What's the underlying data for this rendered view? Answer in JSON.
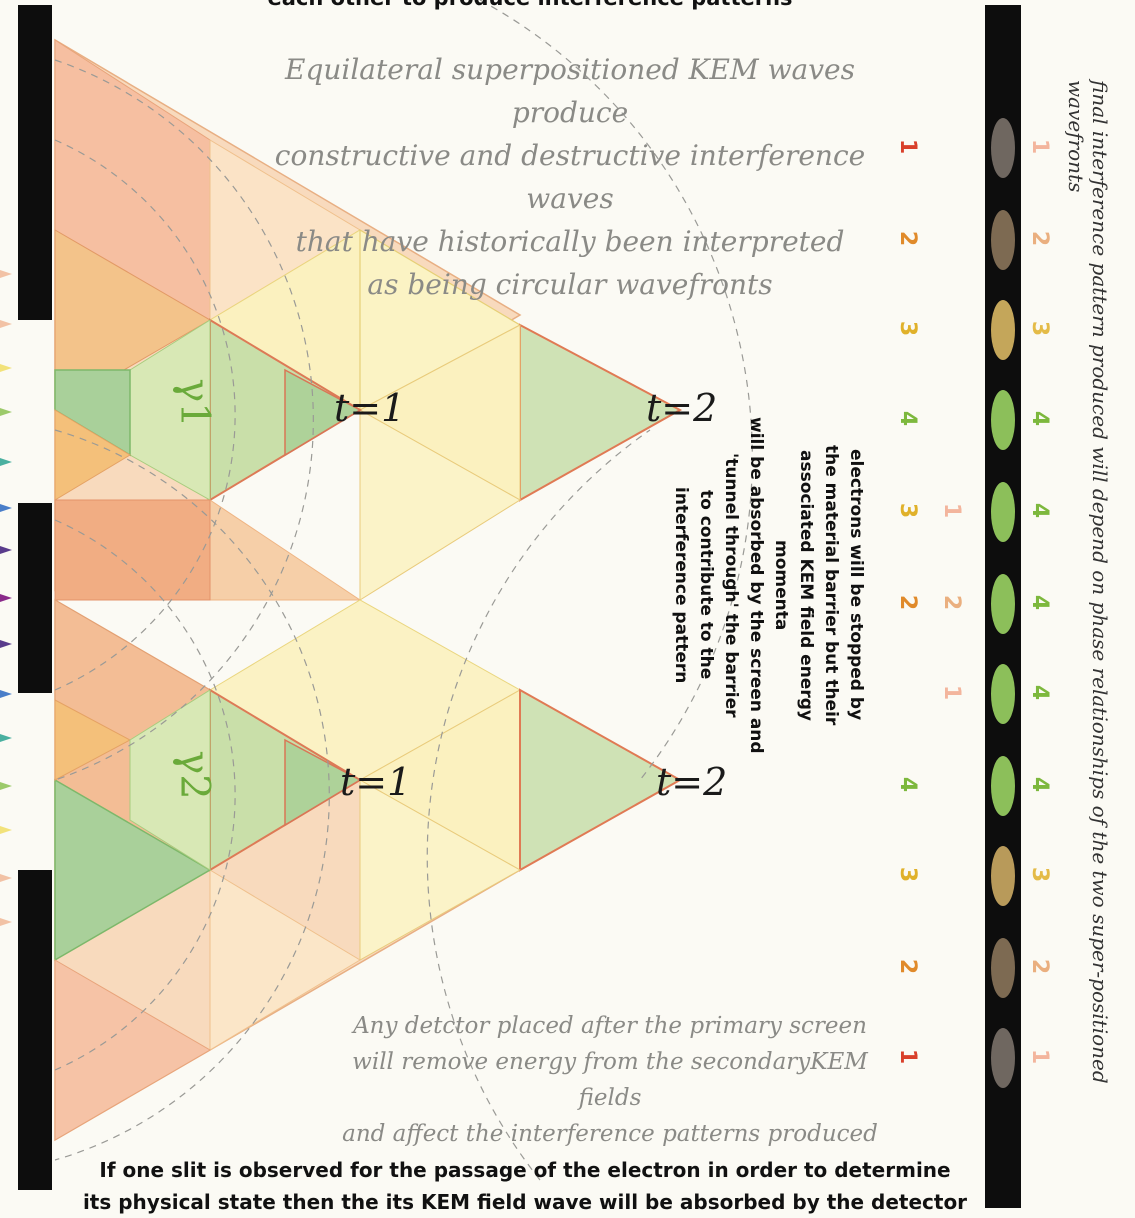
{
  "texts": {
    "top_heading_cut": "each other to produce interference patterns",
    "intro_l1": "Equilateral superpositioned KEM waves produce",
    "intro_l2": "constructive and destructive interference waves",
    "intro_l3": "that have historically been interpreted",
    "intro_l4": "as being circular wavefronts",
    "electrons_l1": "electrons will be stopped by",
    "electrons_l2": "the material barrier but their",
    "electrons_l3": "associated KEM field energy momenta",
    "electrons_l4": "will be absorbed by the screen and",
    "electrons_l5": "'tunnel through' the barrier",
    "electrons_l6": "to contribute to the",
    "electrons_l7": "interference pattern",
    "detector_l1": "Any detctor placed after the primary screen",
    "detector_l2": "will remove energy from the secondaryKEM fields",
    "detector_l3": "and affect the interference patterns produced",
    "bottom_l1": "If one slit is observed for the passage of the electron in order to determine",
    "bottom_l2": "its physical state then the its KEM field wave will be absorbed by the detector",
    "side_caption": "final interference pattern produced will depend on phase relationships of the two super-positioned wavefronts"
  },
  "labels": {
    "gamma1": "γ1",
    "gamma2": "γ2",
    "t1_upper": "t=1",
    "t2_upper": "t=2",
    "t1_lower": "t=1",
    "t2_lower": "t=2"
  },
  "order_col1": [
    "1",
    "2",
    "3",
    "4",
    "3",
    "2",
    "",
    "4",
    "3",
    "2",
    "1"
  ],
  "order_col2": [
    "",
    "",
    "",
    "",
    "1",
    "2",
    "1",
    "",
    "",
    "",
    ""
  ],
  "order_col3": [
    "1",
    "2",
    "3",
    "4",
    "4",
    "4",
    "4",
    "4",
    "3",
    "2",
    "1"
  ],
  "fringes": [
    "#6f6760",
    "#7d6a52",
    "#c4a65a",
    "#8cbf5a",
    "#8cbf5a",
    "#8cbf5a",
    "#8cbf5a",
    "#8cbf5a",
    "#b89a5a",
    "#7d6a52",
    "#6f6760"
  ],
  "colors": {
    "order1": "#d9402b",
    "order2": "#e08a2a",
    "order3": "#e0b12a",
    "order4": "#7db83d",
    "pale": "#f2a98f"
  }
}
